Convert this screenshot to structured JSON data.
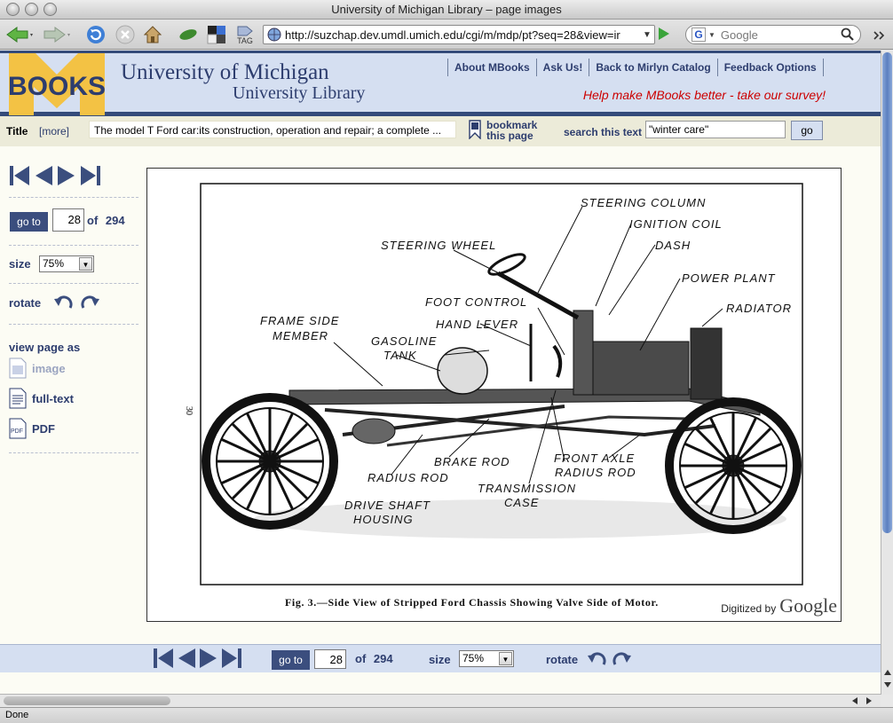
{
  "window": {
    "title": "University of Michigan Library – page images"
  },
  "browser": {
    "url": "http://suzchap.dev.umdl.umich.edu/cgi/m/mdp/pt?seq=28&view=ir",
    "search_placeholder": "Google",
    "tag_label": "TAG",
    "status": "Done"
  },
  "header": {
    "logo_text": "BOOKS",
    "university": "University of Michigan",
    "library": "University Library",
    "nav": [
      {
        "label": "About MBooks"
      },
      {
        "label": "Ask Us!"
      },
      {
        "label": "Back to Mirlyn Catalog"
      },
      {
        "label": "Feedback Options"
      }
    ],
    "survey": "Help make MBooks better - take our survey!"
  },
  "titlebar": {
    "label": "Title",
    "more": "[more]",
    "text": "The model T Ford car:its construction, operation and repair; a complete  ...",
    "bookmark_line1": "bookmark",
    "bookmark_line2": "this page",
    "search_label": "search this text",
    "search_value": "\"winter care\"",
    "go": "go"
  },
  "sidebar": {
    "goto": "go to",
    "page": "28",
    "of": "of",
    "total": "294",
    "size_label": "size",
    "size_value": "75%",
    "rotate_label": "rotate",
    "view_as_label": "view page as",
    "views": [
      {
        "label": "image"
      },
      {
        "label": "full-text"
      },
      {
        "label": "PDF"
      }
    ]
  },
  "page_image": {
    "page_number": "30",
    "caption": "Fig. 3.—Side View of Stripped Ford Chassis Showing Valve Side of Motor.",
    "digitized_by": "Digitized by",
    "digitizer": "Google",
    "labels": [
      "STEERING COLUMN",
      "IGNITION COIL",
      "DASH",
      "STEERING WHEEL",
      "POWER PLANT",
      "RADIATOR",
      "FOOT CONTROL",
      "FRAME SIDE",
      "MEMBER",
      "HAND LEVER",
      "GASOLINE",
      "TANK",
      "BRAKE ROD",
      "FRONT AXLE",
      "RADIUS ROD",
      "RADIUS ROD",
      "TRANSMISSION",
      "CASE",
      "DRIVE SHAFT",
      "HOUSING"
    ]
  },
  "bottom_nav": {
    "goto": "go to",
    "page": "28",
    "of": "of",
    "total": "294",
    "size_label": "size",
    "size_value": "75%",
    "rotate_label": "rotate"
  },
  "colors": {
    "navy": "#2d3d6e",
    "header_bg": "#d5dff1",
    "survey_red": "#cc0000"
  }
}
